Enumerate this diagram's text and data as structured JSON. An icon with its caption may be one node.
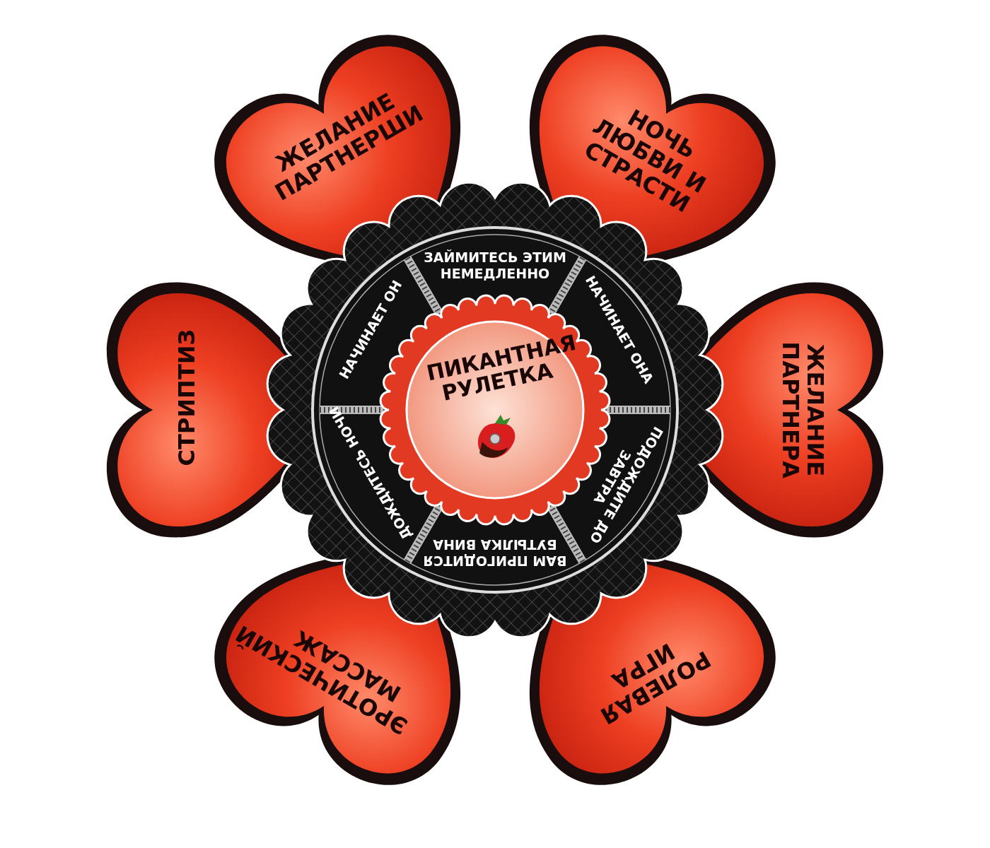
{
  "diagram": {
    "nodes": [
      {
        "text": [
          "ЖЕЛАНИЕ ПАРТНЕРШИ"
        ]
      },
      {
        "text": [
          "НОЧЬ ЛЮБВИ И СТРАСТИ"
        ]
      },
      {
        "text": [
          "ЖЕЛАНИЕ ПАРТНЕРА"
        ]
      },
      {
        "text": [
          "РОЛЕВАЯ ИГРА"
        ]
      },
      {
        "text": [
          "ЭРОТИЧЕСКИЙ МАССАЖ"
        ]
      },
      {
        "text": [
          "СТРИПТИЗ"
        ]
      },
      {
        "text": [
          "ЗАЙМИТЕСЬ ЭТИМ НЕМЕДЛЕННО"
        ]
      },
      {
        "text": [
          "НАЧИНАЕТ ОНА"
        ]
      },
      {
        "text": [
          "ПОДОЖДИТЕ ДО ЗАВТРА"
        ]
      },
      {
        "text": [
          "ВАМ ПРИГОДИТСЯ БУТЫЛКА ВИНА"
        ]
      },
      {
        "text": [
          "ДОЖДИТЕСЬ НОЧИ"
        ]
      },
      {
        "text": [
          "НАЧИНАЕТ ОН"
        ]
      },
      {
        "text": [
          "ПИКАНТНАЯ РУЛЕТКА"
        ]
      }
    ]
  }
}
